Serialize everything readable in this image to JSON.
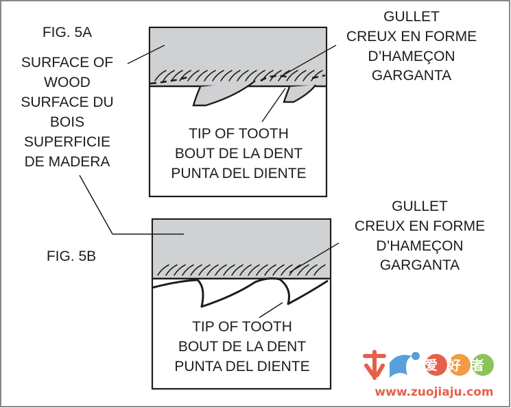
{
  "figures": {
    "fig_5a": {
      "title": "FIG. 5A",
      "gullet": [
        "GULLET",
        "CREUX EN FORME",
        "D’HAMEÇON",
        "GARGANTA"
      ],
      "tip": [
        "TIP OF TOOTH",
        "BOUT DE LA DENT",
        "PUNTA DEL DIENTE"
      ]
    },
    "fig_5b": {
      "title": "FIG. 5B",
      "gullet": [
        "GULLET",
        "CREUX EN FORME",
        "D’HAMEÇON",
        "GARGANTA"
      ],
      "tip": [
        "TIP OF TOOTH",
        "BOUT DE LA DENT",
        "PUNTA DEL DIENTE"
      ]
    }
  },
  "surface_label": [
    "SURFACE OF",
    "WOOD",
    "SURFACE DU",
    "BOIS",
    "SUPERFICIE",
    "DE MADERA"
  ],
  "watermark": {
    "logo_text": "爱好者",
    "url": "www.zuojiaju.com"
  },
  "colors": {
    "wood": "#cfd1d3",
    "ink": "#1c1c1c",
    "watermark_red": "#e0452b",
    "watermark_blue": "#3b8fd6",
    "watermark_orange": "#f08a24",
    "watermark_green": "#79b93c"
  }
}
